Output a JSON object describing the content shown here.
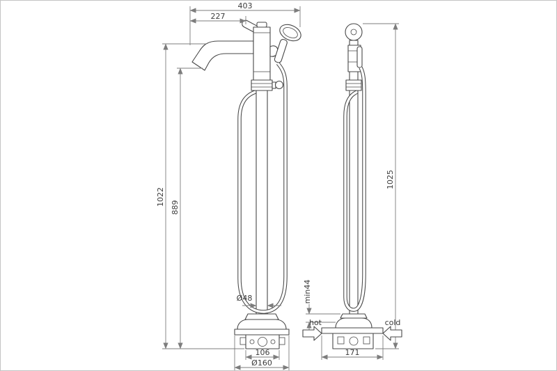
{
  "colors": {
    "background": "#ffffff",
    "border": "#c4c4c4",
    "drawing_line": "#474747",
    "dimension_line": "#7d7d7d",
    "text": "#3c3c3c"
  },
  "front_view": {
    "dims": {
      "overall_width": "403",
      "spout_reach": "227",
      "total_height": "1022",
      "spout_height": "889",
      "riser_diameter": "Ø48",
      "base_plate_width": "106",
      "base_diameter": "Ø160"
    }
  },
  "side_view": {
    "dims": {
      "total_height": "1025",
      "min_recess": "min44",
      "base_width": "171"
    },
    "labels": {
      "hot": "hot",
      "cold": "cold"
    }
  }
}
